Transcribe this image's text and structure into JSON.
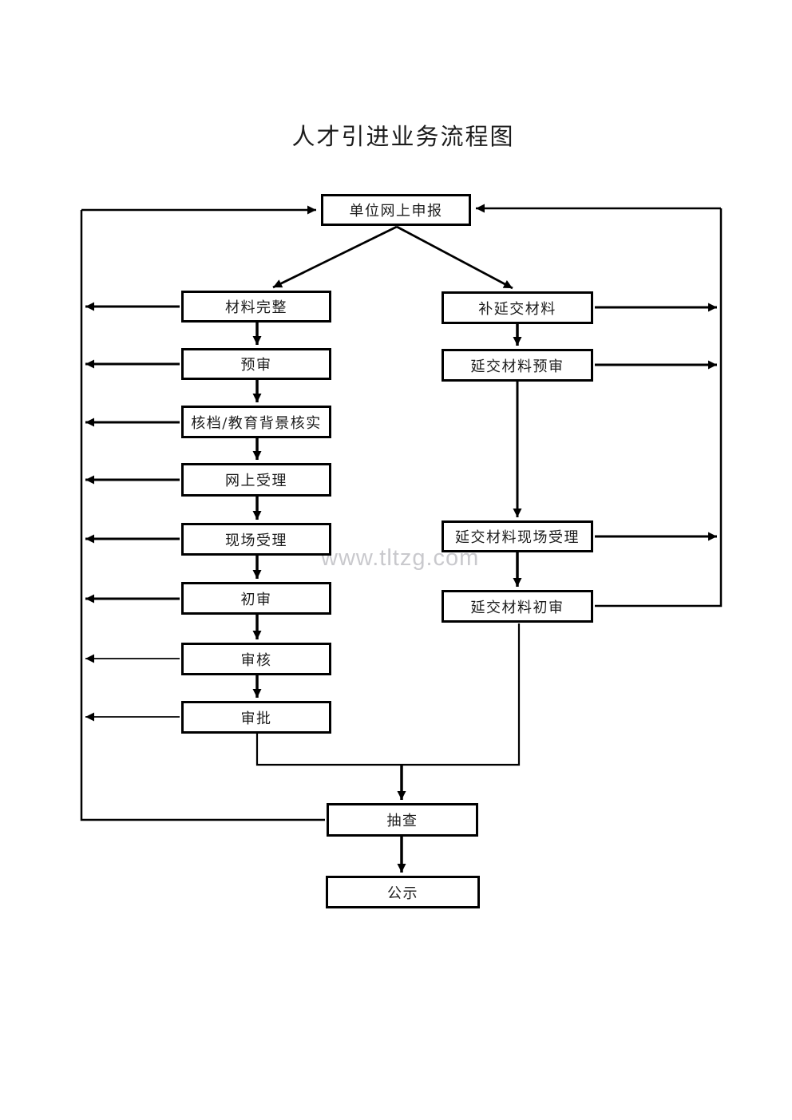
{
  "title": "人才引进业务流程图",
  "watermark": "www.tltzg.com",
  "colors": {
    "line": "#000000",
    "node_border": "#000000",
    "node_bg": "#ffffff",
    "text": "#1c1c1c",
    "watermark": "#c9c9cd",
    "page_bg": "#ffffff"
  },
  "nodes": {
    "declare": "单位网上申报",
    "complete": "材料完整",
    "pre_review": "预审",
    "archive_check": "核档/教育背景核实",
    "online_accept": "网上受理",
    "onsite_accept": "现场受理",
    "initial_review": "初审",
    "audit": "审核",
    "approval": "审批",
    "supplement": "补延交材料",
    "delay_pre_review": "延交材料预审",
    "delay_onsite_accept": "延交材料现场受理",
    "delay_initial_review": "延交材料初审",
    "spot_check": "抽查",
    "publicity": "公示"
  },
  "edges": [
    {
      "from": "declare",
      "to": "complete",
      "type": "forward"
    },
    {
      "from": "declare",
      "to": "supplement",
      "type": "forward"
    },
    {
      "from": "complete",
      "to": "pre_review",
      "type": "forward"
    },
    {
      "from": "pre_review",
      "to": "archive_check",
      "type": "forward"
    },
    {
      "from": "archive_check",
      "to": "online_accept",
      "type": "forward"
    },
    {
      "from": "online_accept",
      "to": "onsite_accept",
      "type": "forward"
    },
    {
      "from": "onsite_accept",
      "to": "initial_review",
      "type": "forward"
    },
    {
      "from": "initial_review",
      "to": "audit",
      "type": "forward"
    },
    {
      "from": "audit",
      "to": "approval",
      "type": "forward"
    },
    {
      "from": "approval",
      "to": "spot_check",
      "type": "forward"
    },
    {
      "from": "supplement",
      "to": "delay_pre_review",
      "type": "forward"
    },
    {
      "from": "delay_pre_review",
      "to": "delay_onsite_accept",
      "type": "forward"
    },
    {
      "from": "delay_onsite_accept",
      "to": "delay_initial_review",
      "type": "forward"
    },
    {
      "from": "delay_initial_review",
      "to": "spot_check",
      "type": "forward"
    },
    {
      "from": "spot_check",
      "to": "publicity",
      "type": "forward"
    },
    {
      "from": "complete",
      "to": "declare",
      "type": "return-left"
    },
    {
      "from": "pre_review",
      "to": "declare",
      "type": "return-left"
    },
    {
      "from": "archive_check",
      "to": "declare",
      "type": "return-left"
    },
    {
      "from": "online_accept",
      "to": "declare",
      "type": "return-left"
    },
    {
      "from": "onsite_accept",
      "to": "declare",
      "type": "return-left"
    },
    {
      "from": "initial_review",
      "to": "declare",
      "type": "return-left"
    },
    {
      "from": "audit",
      "to": "declare",
      "type": "return-left"
    },
    {
      "from": "approval",
      "to": "declare",
      "type": "return-left"
    },
    {
      "from": "spot_check",
      "to": "declare",
      "type": "return-left"
    },
    {
      "from": "supplement",
      "to": "declare",
      "type": "return-right"
    },
    {
      "from": "delay_pre_review",
      "to": "declare",
      "type": "return-right"
    },
    {
      "from": "delay_onsite_accept",
      "to": "declare",
      "type": "return-right"
    },
    {
      "from": "delay_initial_review",
      "to": "declare",
      "type": "return-right"
    }
  ]
}
